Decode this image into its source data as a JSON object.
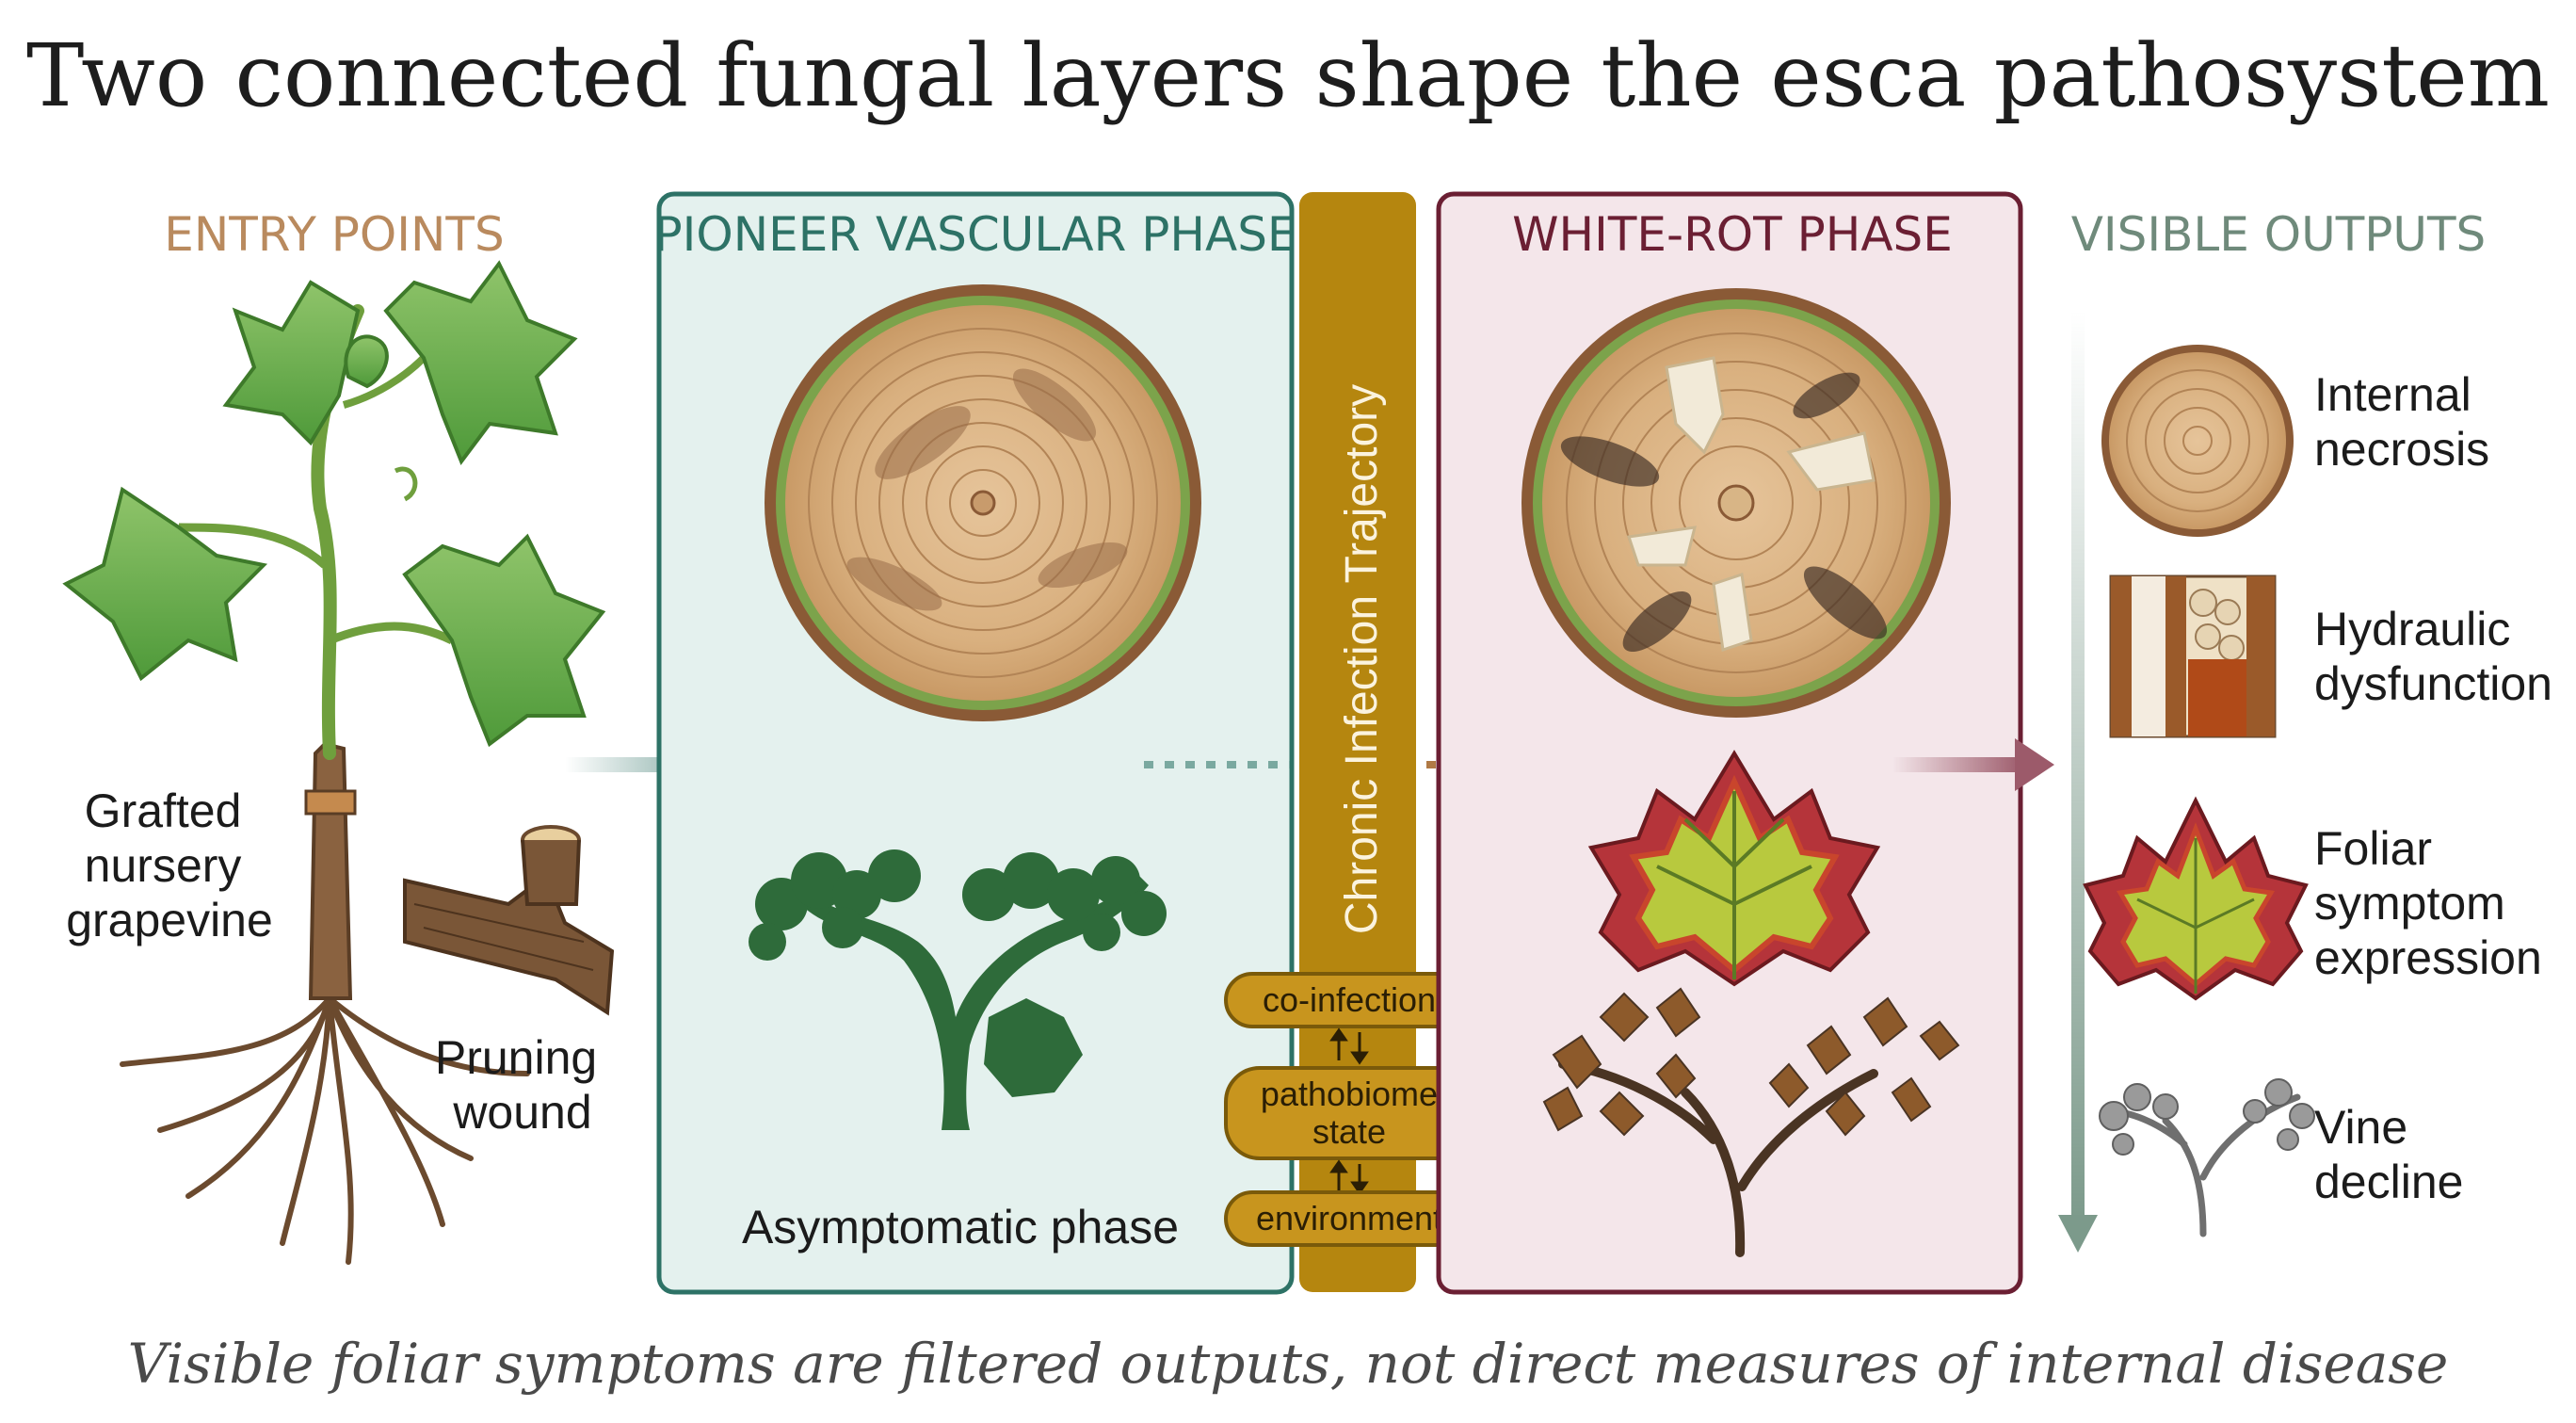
{
  "title": "Two connected fungal layers shape the esca pathosystem",
  "caption": "Visible foliar symptoms are filtered outputs, not direct measures of internal disease",
  "columns": {
    "entry": {
      "heading": "ENTRY POINTS",
      "color": "#b98a5e",
      "grafted_label": [
        "Grafted",
        "nursery",
        "grapevine"
      ],
      "pruning_label": [
        "Pruning",
        "wound"
      ]
    },
    "pioneer": {
      "heading": "PIONEER VASCULAR PHASE",
      "color": "#2d7266",
      "panel_fill": "#e4f1ee",
      "phase_label": "Asymptomatic phase"
    },
    "trajectory": {
      "label": "Chronic Infection Trajectory",
      "color": "#b5860f",
      "pills": [
        "co-infection",
        "pathobiome state",
        "environment"
      ]
    },
    "whiterot": {
      "heading": "WHITE-ROT PHASE",
      "color": "#6b1f33",
      "panel_fill": "#f4e6ea"
    },
    "outputs": {
      "heading": "VISIBLE OUTPUTS",
      "color": "#6f8a7b",
      "items": [
        {
          "icon": "trunk-cross-section-icon",
          "label": [
            "Internal",
            "necrosis"
          ]
        },
        {
          "icon": "xylem-vessel-icon",
          "label": [
            "Hydraulic",
            "dysfunction"
          ]
        },
        {
          "icon": "tiger-stripe-leaf-icon",
          "label": [
            "Foliar",
            "symptom",
            "expression"
          ]
        },
        {
          "icon": "declining-vine-icon",
          "label": [
            "Vine",
            "decline"
          ]
        }
      ]
    }
  }
}
